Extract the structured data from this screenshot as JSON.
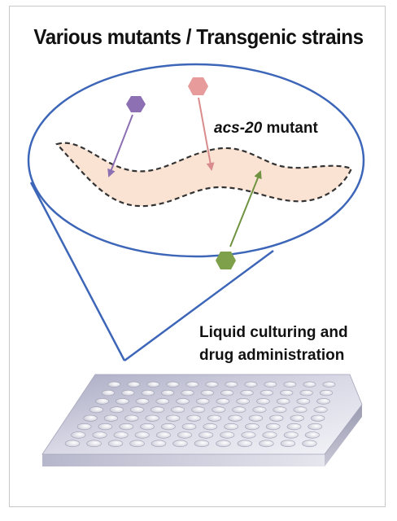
{
  "figure": {
    "title": "Various mutants / Transgenic strains",
    "mutant_label": {
      "italic": "acs-20",
      "plain": " mutant"
    },
    "plate_label": {
      "line1": "Liquid culturing and",
      "line2": "drug administration"
    },
    "plate_wells": {
      "rows": 8,
      "cols": 12
    },
    "colors": {
      "outline_blue": "#3d66b8",
      "worm_fill": "#fbe3d3",
      "worm_border": "#333333",
      "purple_compound": "#8d6fb3",
      "pink_compound": "#e79b9b",
      "green_compound": "#7ea04a"
    },
    "icons": [
      "purple-hexagon-icon",
      "pink-hexagon-icon",
      "green-hexagon-icon"
    ]
  }
}
